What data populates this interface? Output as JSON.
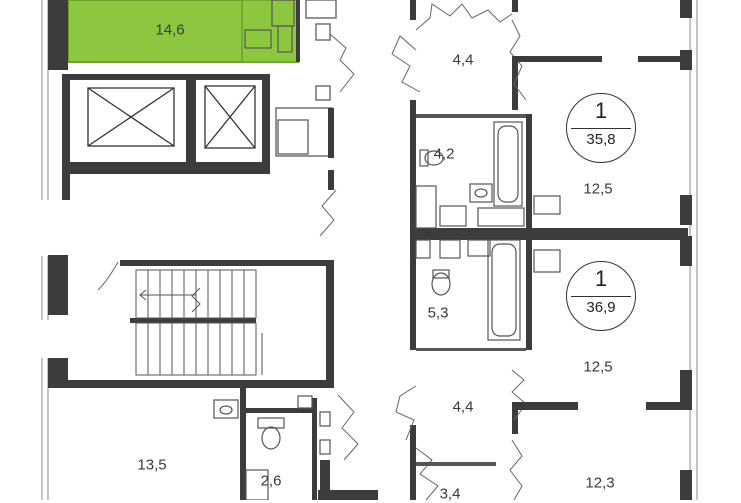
{
  "colors": {
    "wall": "#3c3c3c",
    "highlight_fill": "#8dc63f",
    "highlight_stroke": "#6aa32a",
    "thin_line": "#555555"
  },
  "rooms": {
    "highlighted_room": "14,6",
    "corridor_top_right": "4,4",
    "bathroom_top": "4,2",
    "room_upper_right": "12,5",
    "bathroom_middle": "5,3",
    "room_lower_right": "12,5",
    "corridor_bottom_right": "4,4",
    "room_bottom_left": "13,5",
    "bathroom_bottom_left": "2,6",
    "room_bottom_center": "3,4",
    "room_bottom_right": "12,3"
  },
  "apartments": [
    {
      "rooms": "1",
      "area": "35,8"
    },
    {
      "rooms": "1",
      "area": "36,9"
    }
  ]
}
